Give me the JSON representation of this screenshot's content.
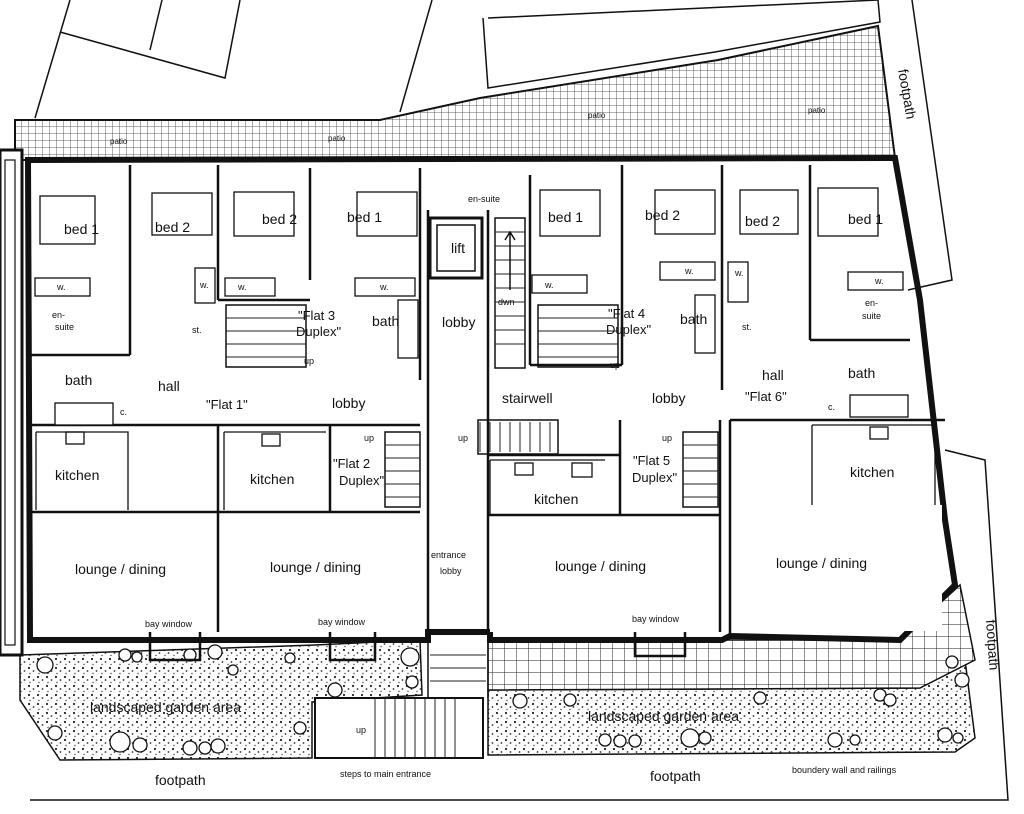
{
  "plan": {
    "flats": {
      "flat1": "\"Flat 1\"",
      "flat2": [
        "\"Flat 2",
        "Duplex\""
      ],
      "flat3": [
        "\"Flat 3",
        "Duplex\""
      ],
      "flat4": [
        "\"Flat 4",
        "Duplex\""
      ],
      "flat5": [
        "\"Flat 5",
        "Duplex\""
      ],
      "flat6": "\"Flat 6\""
    },
    "rooms": {
      "bed1": "bed 1",
      "bed2": "bed 2",
      "wardrobe": "w.",
      "ensuite": "en-suite",
      "ensuite_split": [
        "en-",
        "suite"
      ],
      "bath": "bath",
      "cupboard": "c.",
      "store": "st.",
      "hall": "hall",
      "kitchen": "kitchen",
      "lounge": "lounge / dining",
      "bay_window": "bay window",
      "lobby": "lobby",
      "stairwell": "stairwell",
      "lift": "lift",
      "dwn": "dwn",
      "up": "up",
      "patio": "patio",
      "entrance_lobby": [
        "entrance",
        "lobby"
      ]
    },
    "exterior": {
      "footpath": "footpath",
      "garden": "landscaped garden area",
      "steps": "steps to main entrance",
      "boundary": "boundery wall and railings"
    }
  }
}
